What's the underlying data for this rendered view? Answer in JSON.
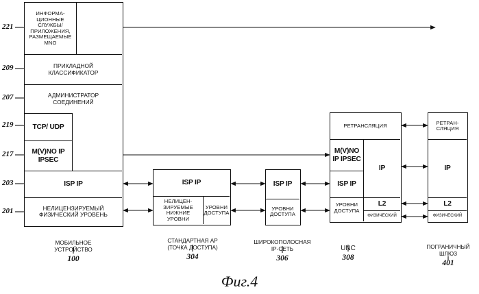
{
  "figure": {
    "caption": "Фиг.4"
  },
  "refs": {
    "r221": "221",
    "r209": "209",
    "r207": "207",
    "r219": "219",
    "r217": "217",
    "r203": "203",
    "r201": "201"
  },
  "mobile": {
    "info_services": "ИНФОРМА-\nЦИОННЫЕ\nСЛУЖБЫ/\nПРИЛОЖЕНИЯ,\nРАЗМЕЩАЕМЫЕ\nMNO",
    "app_classifier": "ПРИКЛАДНОЙ\nКЛАССИФИКАТОР",
    "conn_admin": "АДМИНИСТРАТОР\nСОЕДИНЕНИЙ",
    "tcp_udp": "TCP/ UDP",
    "mvno_ip": "M(V)NO IP\nIPSEC",
    "isp_ip": "ISP IP",
    "phys": "НЕЛИЦЕНЗИРУЕМЫЙ\nФИЗИЧЕСКИЙ УРОВЕНЬ",
    "caption": "МОБИЛЬНОЕ\nУСТРОЙСТВО",
    "number": "100"
  },
  "ap": {
    "isp_ip": "ISP IP",
    "lower": "НЕЛИЦЕН-\nЗИРУЕМЫЕ\nНИЖНИЕ\nУРОВНИ",
    "access": "УРОВНИ\nДОСТУПА",
    "caption": "СТАНДАРТНАЯ AP\n(ТОЧКА ДОСТУПА)",
    "number": "304"
  },
  "broadband": {
    "isp_ip": "ISP IP",
    "access": "УРОВНИ\nДОСТУПА",
    "caption": "ШИРОКОПОЛОСНАЯ\nIP-СЕТЬ",
    "number": "306"
  },
  "unc": {
    "relay": "РЕТРАНСЛЯЦИЯ",
    "mvno_ip": "M(V)NO\nIP IPSEC",
    "isp_ip": "ISP IP",
    "ip": "IP",
    "access": "УРОВНИ\nДОСТУПА",
    "l2": "L2",
    "phys": "ФИЗИЧЕСКИЙ",
    "caption": "UNC",
    "number": "308"
  },
  "gateway": {
    "relay": "РЕТРАН-\nСЛЯЦИЯ",
    "ip": "IP",
    "l2": "L2",
    "phys": "ФИЗИЧЕСКИЙ",
    "caption": "ПОГРАНИЧНЫЙ\nШЛЮЗ",
    "number": "401"
  }
}
